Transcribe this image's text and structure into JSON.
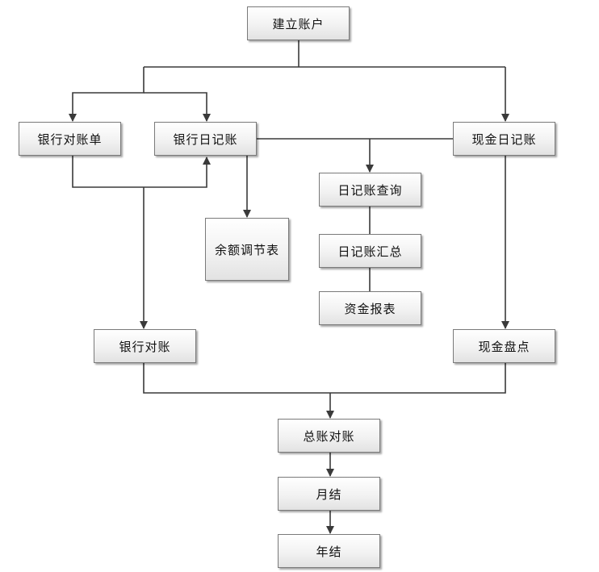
{
  "nodes": {
    "jlzh": "建立账户",
    "yhdzd": "银行对账单",
    "yhrjz": "银行日记账",
    "xjrjz": "现金日记账",
    "rjzcx": "日记账查询",
    "yetjb": "余额调节表",
    "rjzhz": "日记账汇总",
    "zjbb": "资金报表",
    "yhdz": "银行对账",
    "xjpd": "现金盘点",
    "zzdz": "总账对账",
    "yj": "月结",
    "nj": "年结"
  },
  "edges": [
    {
      "from": "jlzh",
      "to": "yhdzd",
      "arrow": true
    },
    {
      "from": "jlzh",
      "to": "yhrjz",
      "arrow": true
    },
    {
      "from": "jlzh",
      "to": "xjrjz",
      "arrow": true
    },
    {
      "from": "yhdzd",
      "to": "yhrjz",
      "arrow": true
    },
    {
      "from": "yhdzd",
      "to": "yhdz",
      "arrow": true
    },
    {
      "from": "yhrjz",
      "to": "yetjb",
      "arrow": true
    },
    {
      "from": "yhrjz",
      "to": "rjzcx",
      "arrow": true
    },
    {
      "from": "xjrjz",
      "to": "rjzcx",
      "arrow": true
    },
    {
      "from": "rjzcx",
      "to": "rjzhz",
      "arrow": false
    },
    {
      "from": "rjzhz",
      "to": "zjbb",
      "arrow": false
    },
    {
      "from": "xjrjz",
      "to": "xjpd",
      "arrow": true
    },
    {
      "from": "yhdz",
      "to": "zzdz",
      "arrow": true
    },
    {
      "from": "xjpd",
      "to": "zzdz",
      "arrow": true
    },
    {
      "from": "zzdz",
      "to": "yj",
      "arrow": true
    },
    {
      "from": "yj",
      "to": "nj",
      "arrow": true
    }
  ]
}
